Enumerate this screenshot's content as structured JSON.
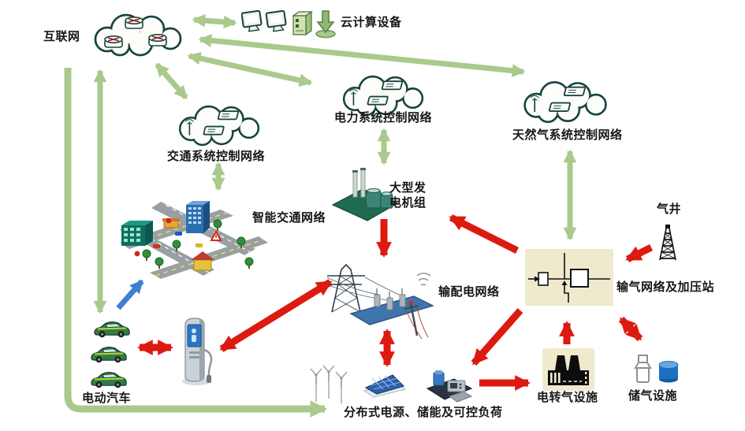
{
  "labels": {
    "internet": "互联网",
    "cloud_devices": "云计算设备",
    "traffic_control": "交通系统控制网络",
    "power_control": "电力系统控制网络",
    "gas_control": "天然气系统控制网络",
    "smart_traffic": "智能交通网络",
    "generator": "大型发电机组",
    "transmission": "输配电网络",
    "gas_well": "气井",
    "gas_pipeline": "输气网络及加压站",
    "ev": "电动汽车",
    "distributed": "分布式电源、储能及可控负荷",
    "p2g": "电转气设施",
    "gas_storage": "储气设施"
  },
  "colors": {
    "info_arrow": "#aac98c",
    "energy_arrow": "#dd1a10",
    "ev_arrow": "#3f7fd2",
    "cloud_outline": "#17453e",
    "pipeline_box_bg": "#efeacd"
  },
  "icons": {
    "internet-cloud-icon": "cloud with three routers",
    "network-cloud-icon": "cloud with antenna and access points",
    "monitor-icon": "computer monitor",
    "server-icon": "server tower",
    "download-icon": "down-arrow device",
    "city-icon": "isometric smart-city road network",
    "power-plant-icon": "thermal power plant with cooling towers",
    "grid-icon": "transmission tower and substation",
    "pipeline-box-icon": "gas pipeline and compressor schematic",
    "derrick-icon": "gas well derrick",
    "car-icon": "electric car",
    "charger-icon": "EV charging post",
    "wind-icon": "wind turbines",
    "solar-icon": "solar panel",
    "load-icon": "storage and controllable load devices",
    "factory-icon": "power-to-gas plant",
    "vessel-icon": "gas storage vessel",
    "tank-icon": "gas tank cylinder"
  },
  "edges": [
    {
      "from": "internet",
      "to": "cloud_devices",
      "type": "info",
      "bidirectional": true
    },
    {
      "from": "internet",
      "to": "traffic_control",
      "type": "info",
      "bidirectional": true
    },
    {
      "from": "internet",
      "to": "power_control",
      "type": "info",
      "bidirectional": true
    },
    {
      "from": "internet",
      "to": "gas_control",
      "type": "info",
      "bidirectional": true
    },
    {
      "from": "internet",
      "to": "ev",
      "type": "info",
      "bidirectional": true
    },
    {
      "from": "internet",
      "to": "distributed",
      "type": "info",
      "bidirectional": false
    },
    {
      "from": "traffic_control",
      "to": "smart_traffic",
      "type": "info",
      "bidirectional": true
    },
    {
      "from": "power_control",
      "to": "generator",
      "type": "info",
      "bidirectional": true
    },
    {
      "from": "gas_control",
      "to": "gas_pipeline",
      "type": "info",
      "bidirectional": true
    },
    {
      "from": "generator",
      "to": "transmission",
      "type": "energy",
      "bidirectional": false
    },
    {
      "from": "gas_pipeline",
      "to": "generator",
      "type": "energy",
      "bidirectional": false
    },
    {
      "from": "charging_station",
      "to": "transmission",
      "type": "energy",
      "bidirectional": true
    },
    {
      "from": "ev",
      "to": "charging_station",
      "type": "energy",
      "bidirectional": true
    },
    {
      "from": "transmission",
      "to": "distributed",
      "type": "energy",
      "bidirectional": true
    },
    {
      "from": "gas_pipeline",
      "to": "distributed",
      "type": "energy",
      "bidirectional": false
    },
    {
      "from": "distributed",
      "to": "p2g",
      "type": "energy",
      "bidirectional": false
    },
    {
      "from": "p2g",
      "to": "gas_pipeline",
      "type": "energy",
      "bidirectional": false
    },
    {
      "from": "gas_storage",
      "to": "gas_pipeline",
      "type": "energy",
      "bidirectional": true
    },
    {
      "from": "gas_well",
      "to": "gas_pipeline",
      "type": "energy",
      "bidirectional": false
    },
    {
      "from": "ev",
      "to": "smart_traffic",
      "type": "info",
      "bidirectional": false
    }
  ]
}
